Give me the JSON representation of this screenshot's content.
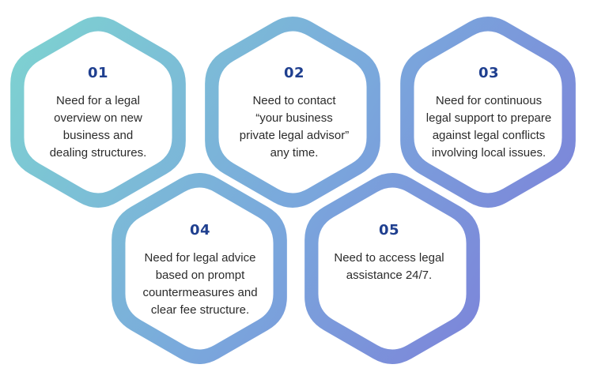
{
  "colors": {
    "gradient_start": "#7ed6d0",
    "gradient_mid": "#7aa8dc",
    "gradient_end": "#7d74d8",
    "hex_fill": "#ffffff",
    "number_color": "#1f3f8f",
    "text_color": "#2b2b2b"
  },
  "items": [
    {
      "number": "01",
      "text": "Need for a legal\noverview on new\nbusiness and\ndealing structures."
    },
    {
      "number": "02",
      "text": "Need to contact\n“your business\nprivate legal advisor”\nany time."
    },
    {
      "number": "03",
      "text": "Need for continuous\nlegal support to prepare\nagainst legal conflicts\ninvolving local issues."
    },
    {
      "number": "04",
      "text": "Need for legal advice\nbased on prompt\ncountermeasures and\nclear fee structure."
    },
    {
      "number": "05",
      "text": "Need to access legal\nassistance 24/7."
    }
  ]
}
